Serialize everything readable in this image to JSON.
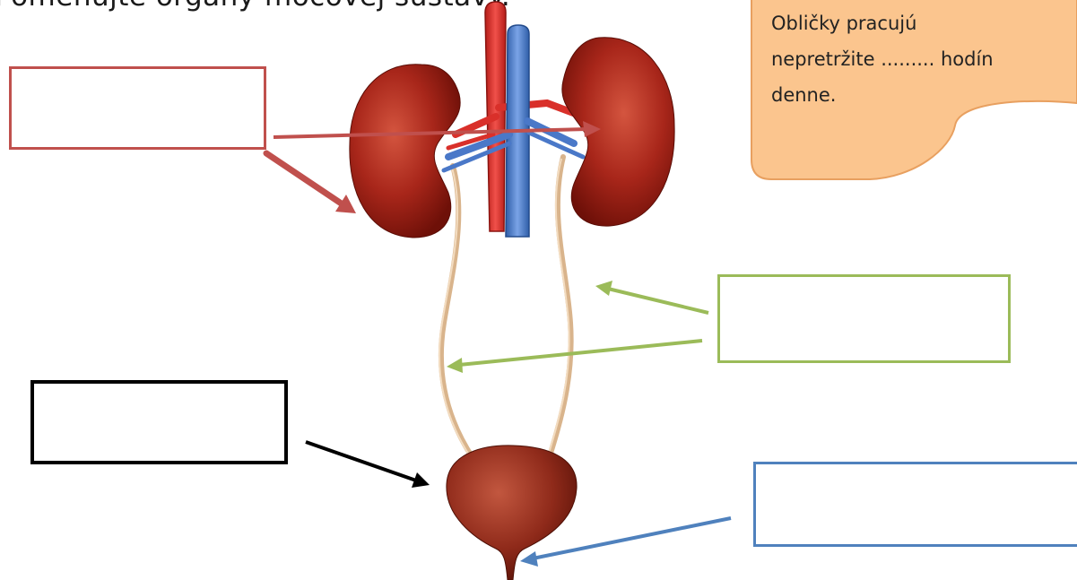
{
  "title": "Pomenujte orgány močovej sústavy.",
  "callout": {
    "lines": [
      "Obličky pracujú",
      "nepretržite ......... hodín",
      "denne."
    ],
    "fill": "#fbc58e",
    "stroke": "#e8a060"
  },
  "answer_boxes": [
    {
      "id": "kidney",
      "color": "#c0504d"
    },
    {
      "id": "ureter",
      "color": "#9bbb59"
    },
    {
      "id": "bladder",
      "color": "#000000"
    },
    {
      "id": "urethra",
      "color": "#4f81bd"
    }
  ],
  "colors": {
    "kidney": "#9b1f15",
    "artery": "#d9302a",
    "vein": "#4a78c8",
    "ureter": "#d9b48c",
    "bladder": "#8f2a1a"
  }
}
